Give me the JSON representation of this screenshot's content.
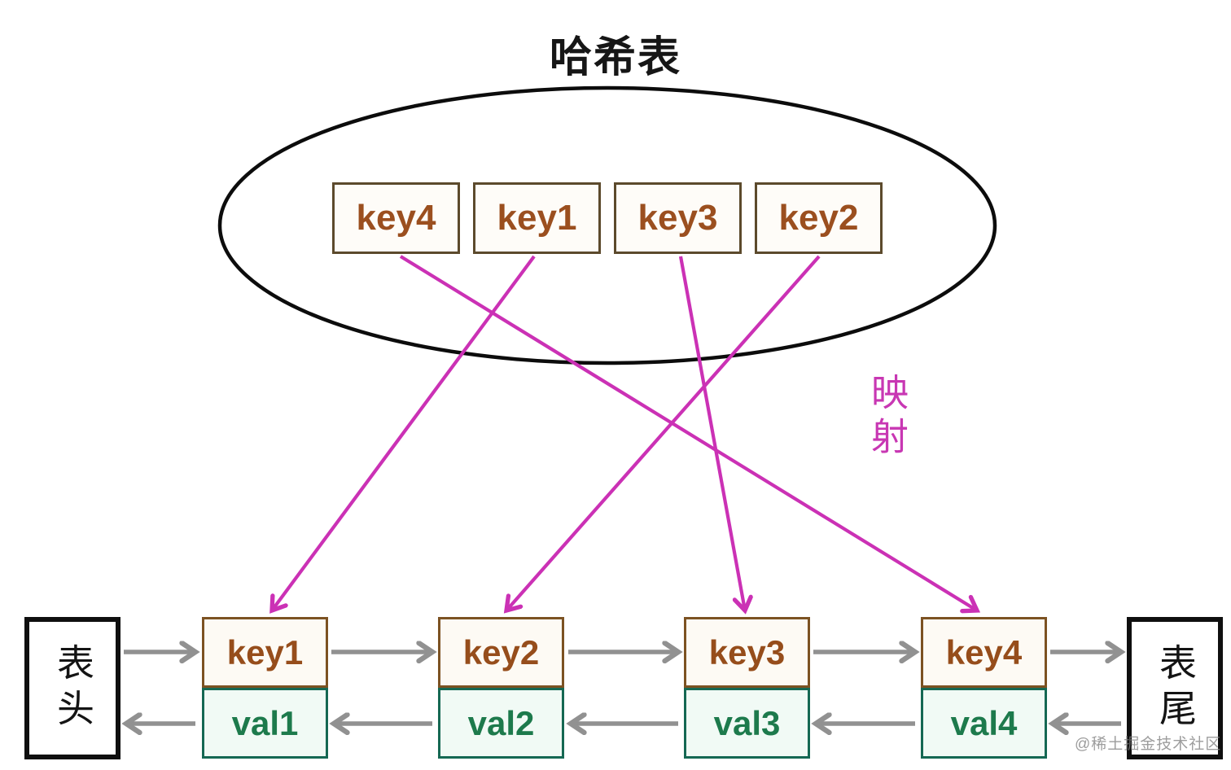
{
  "title": "哈希表",
  "mapping_label": "映射",
  "hash_table": {
    "keys": [
      "key4",
      "key1",
      "key3",
      "key2"
    ]
  },
  "linked_list": {
    "head_label": "表头",
    "tail_label": "表尾",
    "nodes": [
      {
        "key": "key1",
        "val": "val1"
      },
      {
        "key": "key2",
        "val": "val2"
      },
      {
        "key": "key3",
        "val": "val3"
      },
      {
        "key": "key4",
        "val": "val4"
      }
    ]
  },
  "watermark": "@稀土掘金技术社区",
  "colors": {
    "key_text": "#9b4f1f",
    "key_border": "#7c5222",
    "hash_box_border": "#5c4a2c",
    "val_text": "#1d7a4c",
    "val_border": "#156853",
    "mapping_magenta": "#cb31b5",
    "pointer_gray": "#919191",
    "outline_black": "#0f0f0f"
  }
}
